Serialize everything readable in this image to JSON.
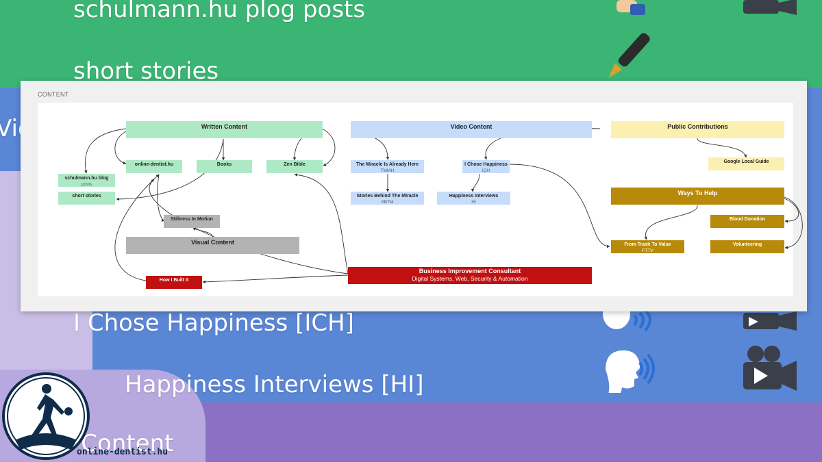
{
  "background": {
    "top_line_1": "schulmann.hu plog posts",
    "top_line_2": "short stories",
    "left_partial": "Vid",
    "mid_line_1": "I Chose Happiness [ICH]",
    "mid_line_2": "Happiness Interviews [HI]",
    "bottom_partial": "/ Content",
    "colors": {
      "green": "#3bb574",
      "blue": "#5a86d6",
      "purple": "#8b70c4"
    }
  },
  "board": {
    "label": "CONTENT",
    "nodes": {
      "written": {
        "title": "Written Content"
      },
      "video": {
        "title": "Video Content"
      },
      "public": {
        "title": "Public Contributions"
      },
      "blog": {
        "title": "schulmann.hu blog",
        "sub": "posts"
      },
      "short_stories": {
        "title": "short stories"
      },
      "online_dentist": {
        "title": "online-dentist.hu"
      },
      "books": {
        "title": "Books"
      },
      "zen_bible": {
        "title": "Zen Bible"
      },
      "miracle": {
        "title": "The Miracle Is Already Here",
        "sub": "TMIAH"
      },
      "ich": {
        "title": "I Chose Happiness",
        "sub": "ICH"
      },
      "stories_behind": {
        "title": "Stories Behind The Miracle",
        "sub": "SBTM"
      },
      "hi": {
        "title": "Happiness Interviews",
        "sub": "HI"
      },
      "google_guide": {
        "title": "Google Local Guide"
      },
      "ways_to_help": {
        "title": "Ways To Help"
      },
      "blood": {
        "title": "Blood Donation"
      },
      "volunteering": {
        "title": "Volunteering"
      },
      "trash": {
        "title": "From Trash To Value",
        "sub": "FTTV"
      },
      "stillness": {
        "title": "Stillness In Motion"
      },
      "visual": {
        "title": "Visual Content"
      },
      "consultant": {
        "title": "Business Improvement Consultant",
        "sub": "Digital Systems, Web, Security & Automation"
      },
      "how_built": {
        "title": "How I Built It"
      }
    }
  },
  "logo": {
    "text": "online-dentist.hu"
  },
  "icons": [
    "writing-hand-icon",
    "video-camera-icon",
    "fountain-pen-icon",
    "speaking-head-icon",
    "video-camera-icon",
    "speaking-head-icon",
    "video-camera-icon"
  ]
}
